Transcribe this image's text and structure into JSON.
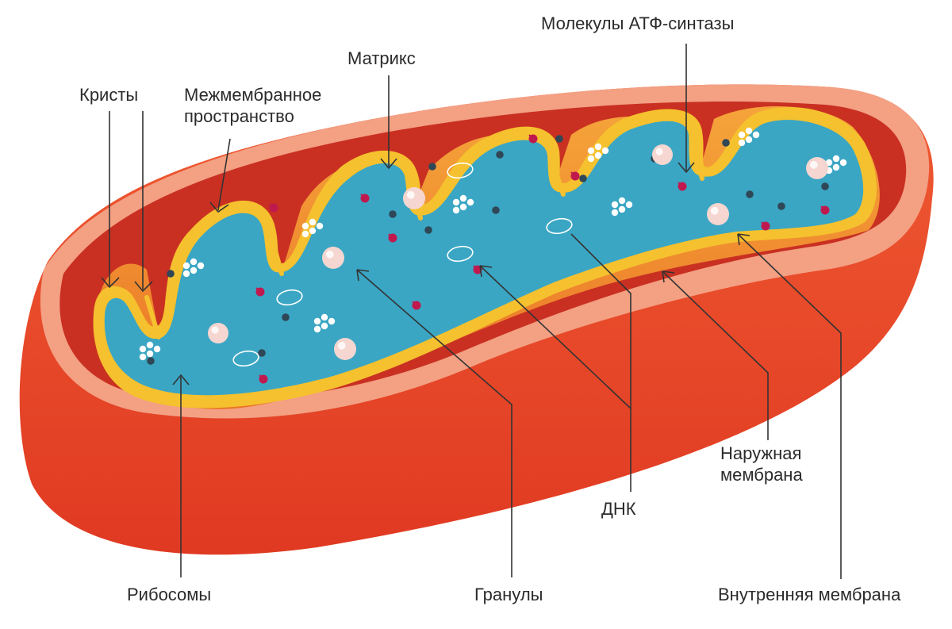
{
  "labels": {
    "cristae": "Кристы",
    "intermembrane_line1": "Межмембранное",
    "intermembrane_line2": "пространство",
    "matrix": "Матрикс",
    "atp_synthase": "Молекулы АТФ-синтазы",
    "outer_membrane_line1": "Наружная",
    "outer_membrane_line2": "мембрана",
    "dna": "ДНК",
    "ribosomes": "Рибосомы",
    "granules": "Гранулы",
    "inner_membrane": "Внутренняя мембрана"
  },
  "colors": {
    "outer_shell": "#e8452a",
    "outer_rim": "#f3a083",
    "inner_floor": "#c93022",
    "folds": "#f08a2f",
    "inner_membrane": "#f5c12e",
    "matrix": "#3aa6c4",
    "ribosome": "#ffffff",
    "granule": "#2f4756",
    "atp_synthase": "#c0194e",
    "dna": "#ffffff",
    "pointer_line": "#333333"
  }
}
